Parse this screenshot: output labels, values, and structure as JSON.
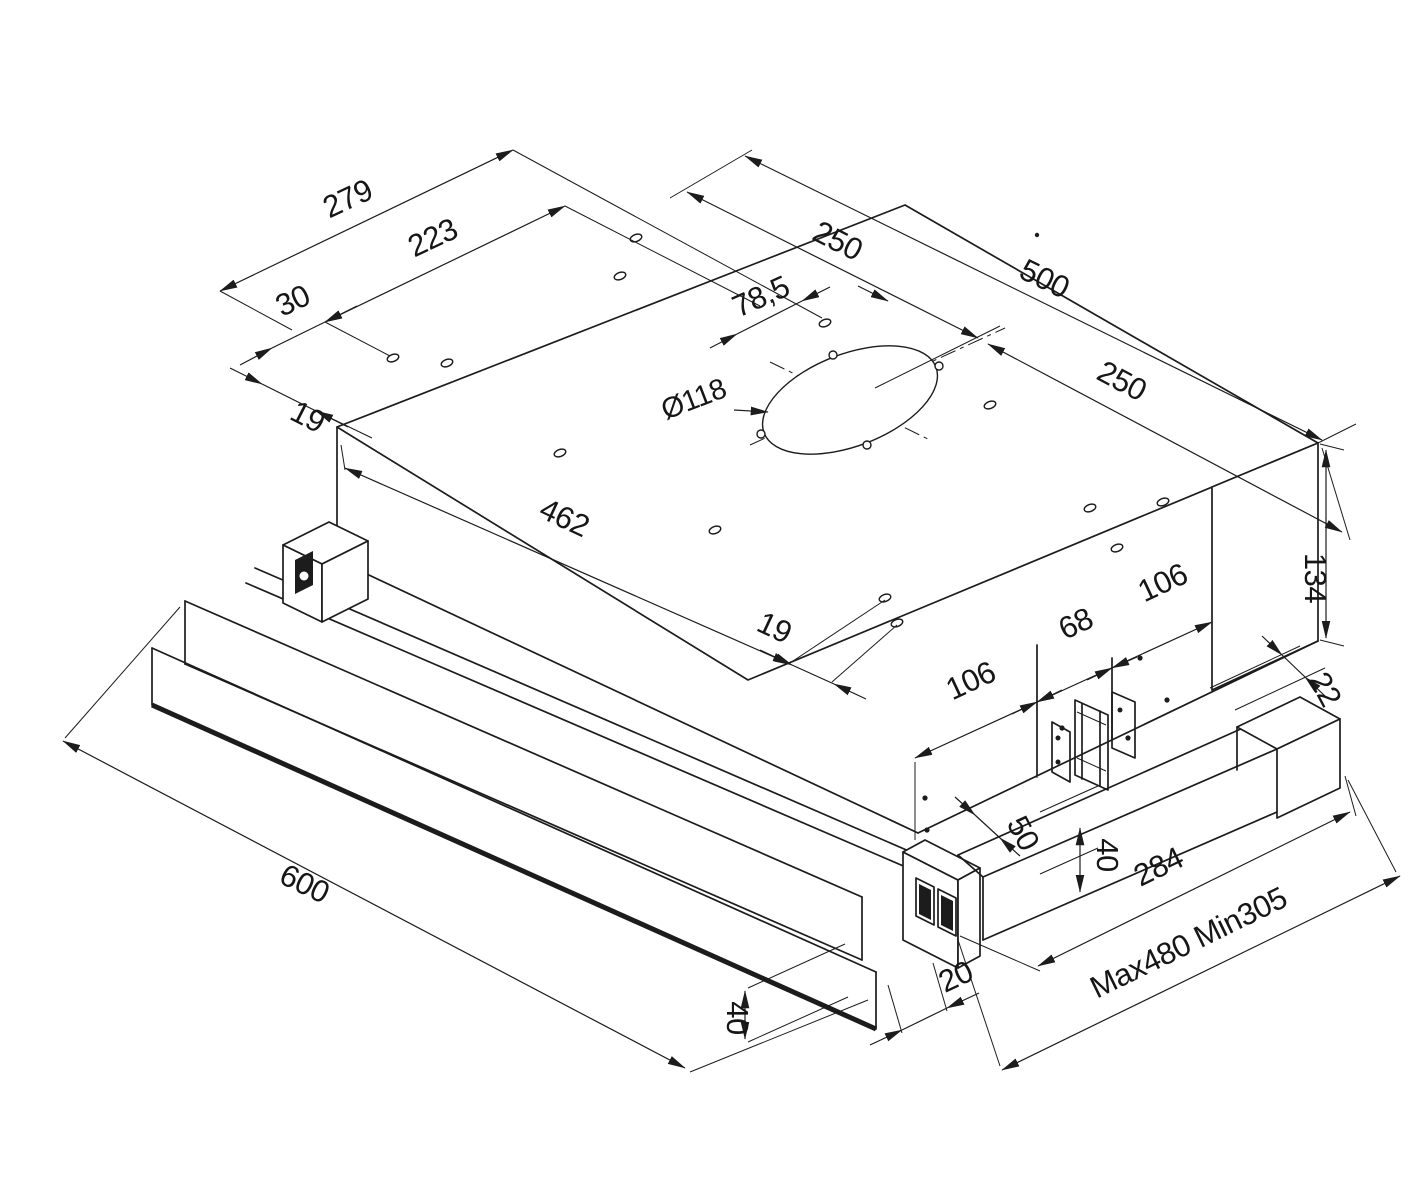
{
  "colors": {
    "line": "#1c1c1c",
    "background": "#ffffff"
  },
  "labels": {
    "d279": "279",
    "d223": "223",
    "d30": "30",
    "d19_left": "19",
    "d250a": "250",
    "d500": "500",
    "d78_5": "78,5",
    "d250b": "250",
    "d118": "Ø118",
    "d462": "462",
    "d19_mid": "19",
    "d134": "134",
    "d106a": "106",
    "d68": "68",
    "d106b": "106",
    "d22": "22",
    "d50": "50",
    "d40_duct": "40",
    "d284": "284",
    "d_max_min": "Max480  Min305",
    "d20": "20",
    "d40_visor": "40",
    "d600": "600"
  }
}
